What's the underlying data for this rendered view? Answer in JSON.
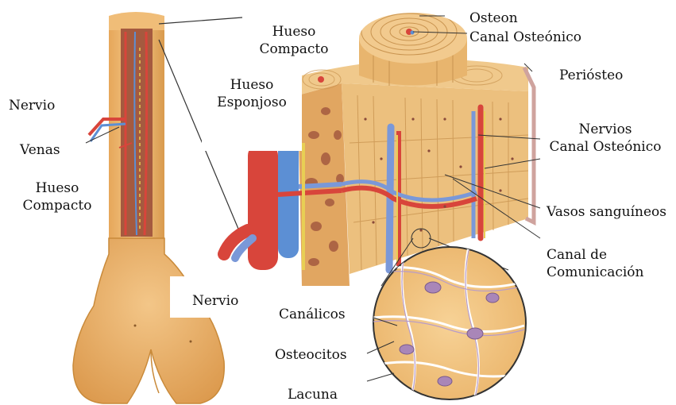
{
  "labels": {
    "osteon": "Osteon",
    "canal_osteonico_top": "Canal Osteónico",
    "hueso_compacto_top": "Hueso\nCompacto",
    "periosteo": "Periósteo",
    "hueso_esponjoso": "Hueso\nEsponjoso",
    "nervio_left": "Nervio",
    "venas": "Venas",
    "hueso_compacto_left": "Hueso\nCompacto",
    "nervios_canal": "Nervios\nCanal Osteónico",
    "vasos_sanguineos": "Vasos sanguíneos",
    "canal_comunicacion": "Canal de\nComunicación",
    "nervio_bottom": "Nervio",
    "canalicos": "Canálicos",
    "osteocitos": "Osteocitos",
    "lacuna": "Lacuna"
  },
  "colors": {
    "bone": "#eeb567",
    "bone_dark": "#c98a3a",
    "artery": "#d8453b",
    "vein": "#5c8fd4",
    "nerve": "#e8cf54",
    "marrow": "#a55a3f",
    "cell": "#a986b8"
  }
}
